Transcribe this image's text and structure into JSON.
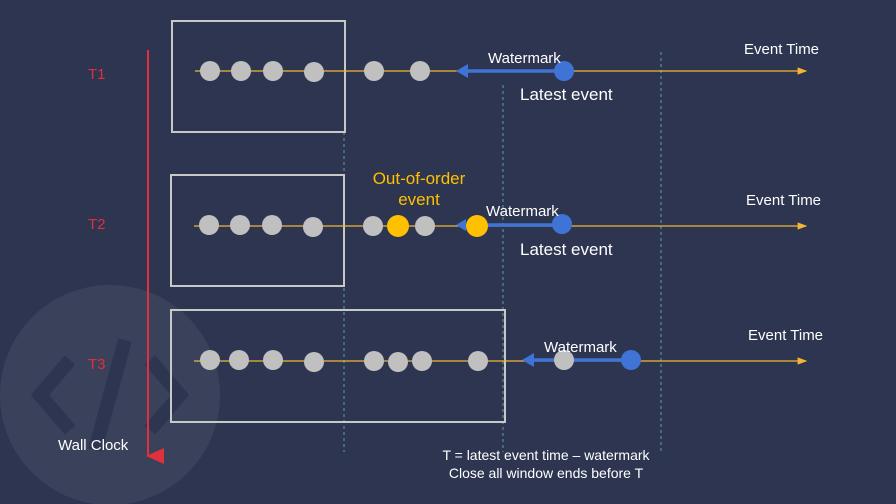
{
  "wall_clock": {
    "label": "Wall Clock",
    "color": "#e0303c"
  },
  "colors": {
    "background": "#2d3550",
    "axis": "#f2b632",
    "event_gray": "#c0c0c0",
    "latest_blue": "#3f74d6",
    "out_of_order": "#ffc000",
    "window_border": "#c8c8c8",
    "guide": "#5fa0a8",
    "text": "#ffffff"
  },
  "rows": [
    {
      "time_label": "T1",
      "axis_label": "Event Time",
      "watermark_label": "Watermark",
      "latest_event_label": "Latest event"
    },
    {
      "time_label": "T2",
      "axis_label": "Event Time",
      "watermark_label": "Watermark",
      "latest_event_label": "Latest event",
      "out_of_order_label_line1": "Out-of-order",
      "out_of_order_label_line2": "event"
    },
    {
      "time_label": "T3",
      "axis_label": "Event Time",
      "watermark_label": "Watermark"
    }
  ],
  "footer": {
    "formula": "T = latest event time – watermark",
    "rule": "Close all window ends before T"
  }
}
